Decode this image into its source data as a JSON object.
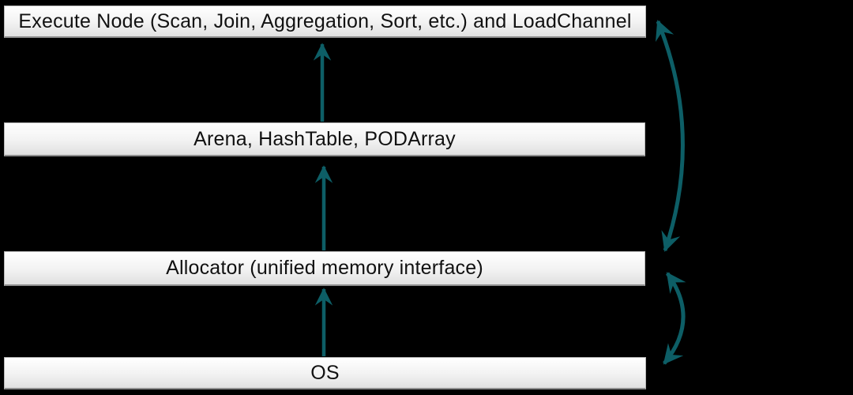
{
  "diagram": {
    "layers": [
      {
        "id": "execute-node",
        "label": "Execute Node (Scan, Join, Aggregation, Sort, etc.) and LoadChannel"
      },
      {
        "id": "arena",
        "label": "Arena, HashTable, PODArray"
      },
      {
        "id": "allocator",
        "label": "Allocator (unified memory interface)"
      },
      {
        "id": "os",
        "label": "OS"
      }
    ],
    "relations": [
      {
        "from": "OS",
        "to": "Allocator (unified memory interface)",
        "type": "up-arrow"
      },
      {
        "from": "Allocator (unified memory interface)",
        "to": "Arena, HashTable, PODArray",
        "type": "up-arrow"
      },
      {
        "from": "Arena, HashTable, PODArray",
        "to": "Execute Node (Scan, Join, Aggregation, Sort, etc.) and LoadChannel",
        "type": "up-arrow"
      },
      {
        "from": "Execute Node (Scan, Join, Aggregation, Sort, etc.) and LoadChannel",
        "to": "Allocator (unified memory interface)",
        "type": "bidirectional-curved-arrow"
      },
      {
        "from": "Allocator (unified memory interface)",
        "to": "OS",
        "type": "bidirectional-curved-arrow"
      }
    ]
  },
  "colors": {
    "background": "#000000",
    "bar_top": "#ffffff",
    "bar_bottom": "#e0e0e0",
    "text": "#111111",
    "arrow": "#0d5e66"
  }
}
